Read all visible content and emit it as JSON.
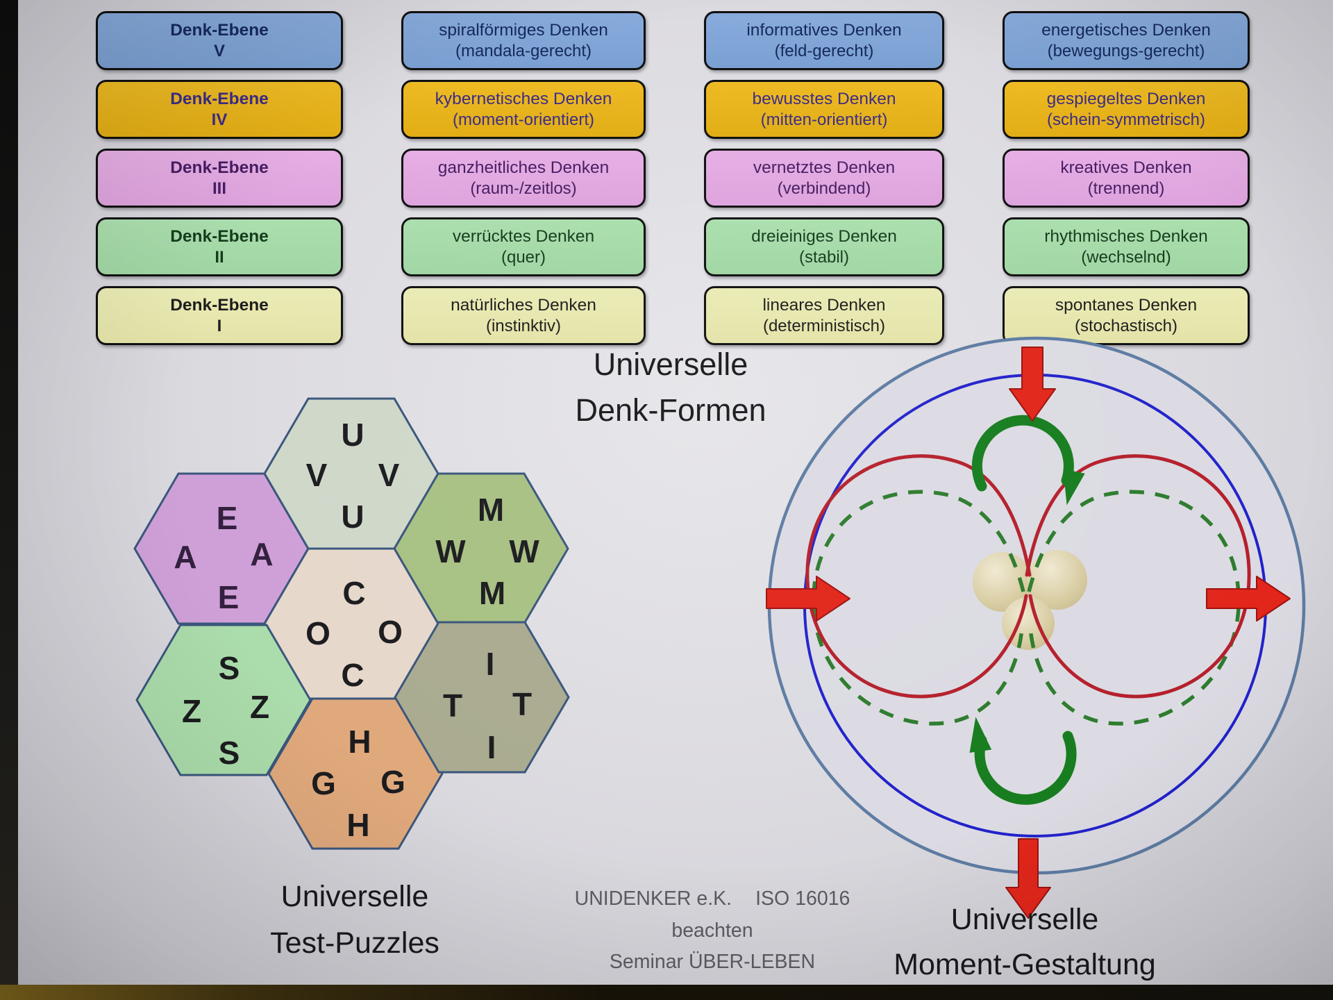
{
  "grid": {
    "rows": [
      {
        "bg": "#7fa3d7",
        "text_color": "#16295e",
        "cells": [
          {
            "line1": "Denk-Ebene",
            "line2": "V"
          },
          {
            "line1": "spiralförmiges Denken",
            "line2": "(mandala-gerecht)"
          },
          {
            "line1": "informatives Denken",
            "line2": "(feld-gerecht)"
          },
          {
            "line1": "energetisches Denken",
            "line2": "(bewegungs-gerecht)"
          }
        ]
      },
      {
        "bg": "#e8b41f",
        "text_color": "#3c2c86",
        "cells": [
          {
            "line1": "Denk-Ebene",
            "line2": "IV"
          },
          {
            "line1": "kybernetisches Denken",
            "line2": "(moment-orientiert)"
          },
          {
            "line1": "bewusstes Denken",
            "line2": "(mitten-orientiert)"
          },
          {
            "line1": "gespiegeltes Denken",
            "line2": "(schein-symmetrisch)"
          }
        ]
      },
      {
        "bg": "#e3aae2",
        "text_color": "#471d63",
        "cells": [
          {
            "line1": "Denk-Ebene",
            "line2": "III"
          },
          {
            "line1": "ganzheitliches Denken",
            "line2": "(raum-/zeitlos)"
          },
          {
            "line1": "vernetztes Denken",
            "line2": "(verbindend)"
          },
          {
            "line1": "kreatives Denken",
            "line2": "(trennend)"
          }
        ]
      },
      {
        "bg": "#a7dcaa",
        "text_color": "#153c1c",
        "cells": [
          {
            "line1": "Denk-Ebene",
            "line2": "II"
          },
          {
            "line1": "verrücktes Denken",
            "line2": "(quer)"
          },
          {
            "line1": "dreieiniges Denken",
            "line2": "(stabil)"
          },
          {
            "line1": "rhythmisches Denken",
            "line2": "(wechselnd)"
          }
        ]
      },
      {
        "bg": "#e9e9b2",
        "text_color": "#1d1d1d",
        "cells": [
          {
            "line1": "Denk-Ebene",
            "line2": "I"
          },
          {
            "line1": "natürliches Denken",
            "line2": "(instinktiv)"
          },
          {
            "line1": "lineares Denken",
            "line2": "(deterministisch)"
          },
          {
            "line1": "spontanes Denken",
            "line2": "(stochastisch)"
          }
        ]
      }
    ]
  },
  "center_title": {
    "line1": "Universelle",
    "line2": "Denk-Formen"
  },
  "puzzle": {
    "caption_line1": "Universelle",
    "caption_line2": "Test-Puzzles",
    "hexagons": [
      {
        "name": "hex-uv",
        "color": "#cfd8c9",
        "top": "U",
        "left": "V",
        "right": "V",
        "bottom": "U"
      },
      {
        "name": "hex-ea",
        "color": "#cfa0d8",
        "top": "E",
        "left": "A",
        "right": "A",
        "bottom": "E"
      },
      {
        "name": "hex-mw",
        "color": "#a8c183",
        "top": "M",
        "left": "W",
        "right": "W",
        "bottom": "M"
      },
      {
        "name": "hex-co",
        "color": "#e6d8cb",
        "top": "C",
        "left": "O",
        "right": "O",
        "bottom": "C"
      },
      {
        "name": "hex-sz",
        "color": "#abdcab",
        "top": "S",
        "left": "Z",
        "right": "Z",
        "bottom": "S"
      },
      {
        "name": "hex-hg",
        "color": "#e0a97c",
        "top": "H",
        "left": "G",
        "right": "G",
        "bottom": "H"
      },
      {
        "name": "hex-it",
        "color": "#aaab90",
        "top": "I",
        "left": "T",
        "right": "T",
        "bottom": "I"
      }
    ]
  },
  "moment": {
    "caption_line1": "Universelle",
    "caption_line2": "Moment-Gestaltung"
  },
  "footer": {
    "company": "UNIDENKER e.K.",
    "notice": "ISO 16016 beachten",
    "seminar": "Seminar ÜBER-LEBEN"
  },
  "colors": {
    "arrow_red": "#e2261b",
    "arc_green": "#177d1f",
    "loop_red": "#b5202c",
    "loop_green_dashed": "#2e7c2e",
    "inner_circle_blue": "#2222cc",
    "outer_ring": "#5e7ca3",
    "outer_fill": "#dcdbe3",
    "sphere_beige": "#d9cda4"
  }
}
